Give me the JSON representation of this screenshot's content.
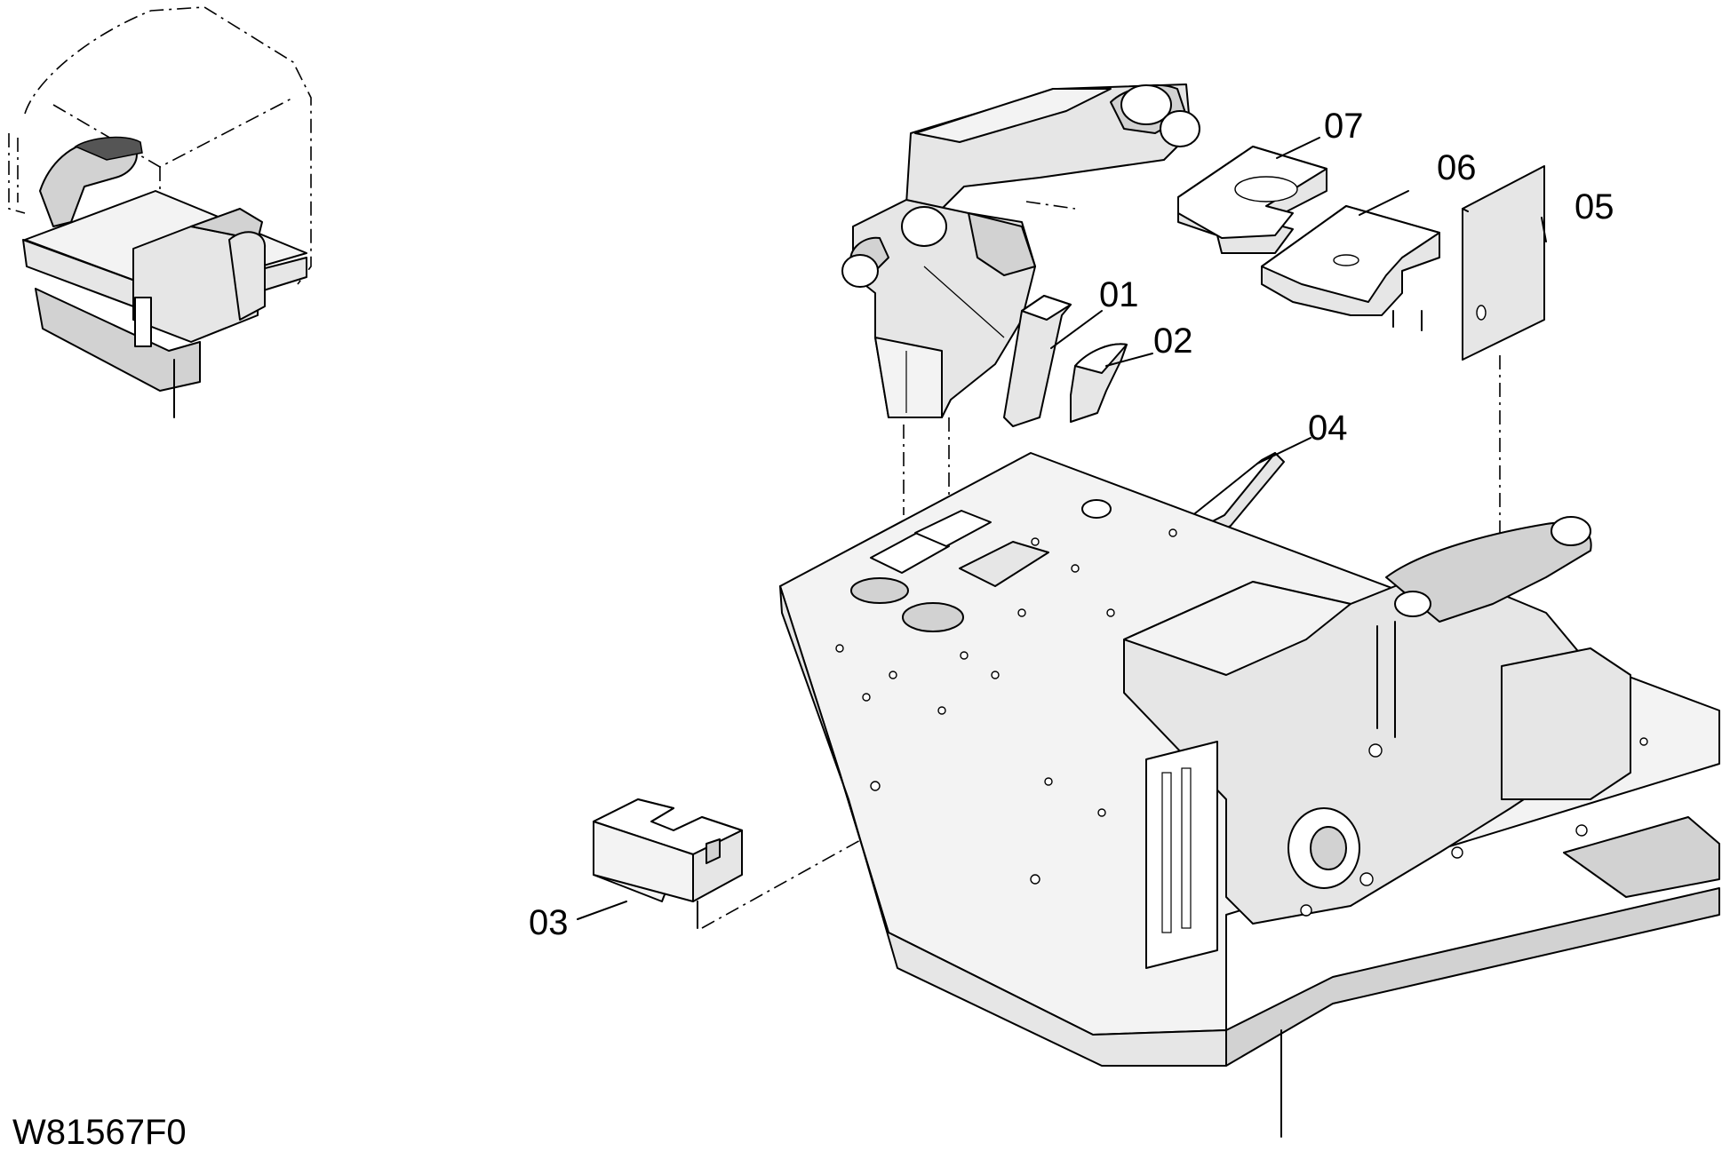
{
  "drawing": {
    "code": "W81567F0",
    "parts": [
      {
        "id": "p01",
        "label": "01"
      },
      {
        "id": "p02",
        "label": "02"
      },
      {
        "id": "p03",
        "label": "03"
      },
      {
        "id": "p04",
        "label": "04"
      },
      {
        "id": "p05",
        "label": "05"
      },
      {
        "id": "p06",
        "label": "06"
      },
      {
        "id": "p07",
        "label": "07"
      }
    ]
  }
}
